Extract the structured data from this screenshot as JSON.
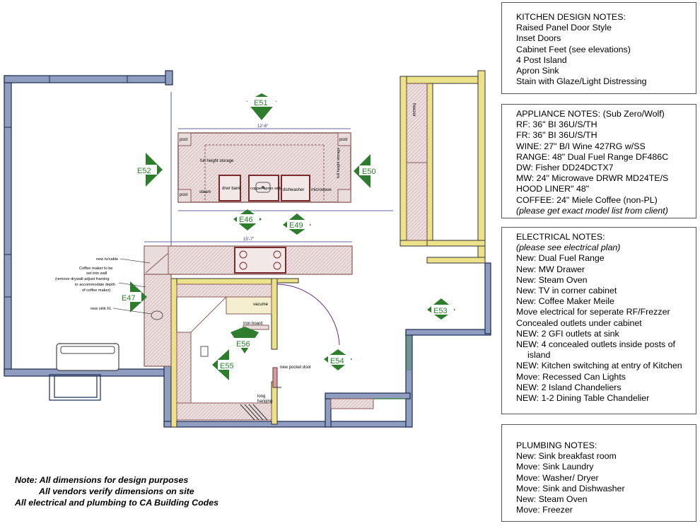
{
  "elevation_markers": {
    "e51": "E51",
    "e52": "E52",
    "e50": "E50",
    "e46": "E46",
    "e49": "E49",
    "e47": "E47",
    "e53": "E53",
    "e56": "E56",
    "e55": "E55",
    "e54": "E54"
  },
  "plan_labels": {
    "post": "post",
    "full_height_storage": "full height storage",
    "steam": "steam",
    "drwr_bank": "drwr bank",
    "copper_apron_sink": "copper apron sink",
    "dishwasher": "dishwasher",
    "microwave": "microwave",
    "freezer": "freezer",
    "new_tv_cable": "new tv/cable",
    "coffee_maker_note": [
      "Coffee maker to be",
      "set into wall",
      "(remove drywall-adjust framing",
      "to accommodate depth",
      "of coffee maker)"
    ],
    "new_sink_fl": "new sink FL",
    "vacume": "vacume",
    "iron_board": "Iron board",
    "new_pocket_door": "new pocket door",
    "long_hanging": "long hanging",
    "dim_island_width": "12'-6\"",
    "dim_range_wall": "15'-7\""
  },
  "kitchen_notes": {
    "heading": "KITCHEN DESIGN NOTES:",
    "items": [
      "Raised Panel Door Style",
      "Inset Doors",
      "Cabinet Feet (see elevations)",
      "4 Post Island",
      "Apron Sink",
      "Stain with Glaze/Light Distressing"
    ]
  },
  "appliance_notes": {
    "heading": "APPLIANCE NOTES: (Sub Zero/Wolf)",
    "items": [
      "RF: 36\" BI 36U/S/TH",
      "FR: 36\" BI 36U/S/TH",
      "WINE: 27\" B/I Wine 427RG w/SS",
      "RANGE: 48\" Dual Fuel Range DF486C",
      "DW: Fisher DD24DCTX7",
      "MW: 24\" Microwave DRWR MD24TE/S",
      "HOOD LINER\" 48\"",
      "COFFEE: 24\" Miele Coffee (non-PL)"
    ],
    "footer": "(please get exact model list from client)"
  },
  "electrical_notes": {
    "heading": "ELECTRICAL NOTES:",
    "subheading": "(please see electrical plan)",
    "items": [
      "New: Dual Fuel Range",
      "New: MW Drawer",
      "New: Steam Oven",
      "New: TV in corner cabinet",
      "New: Coffee Maker Meile",
      "Move electrical for seperate RF/Frezzer",
      "Concealed outlets under cabinet",
      "NEW: 2 GFI outlets at sink",
      "NEW: 4 concealed outlets inside posts of"
    ],
    "continuation": "island",
    "items_after": [
      "NEW: Kitchen switching at entry of Kitchen",
      "Move: Recessed Can Lights",
      "NEW: 2 Island Chandeliers",
      "NEW: 1-2 Dining Table Chandelier"
    ]
  },
  "plumbing_notes": {
    "heading": "PLUMBING NOTES:",
    "items": [
      "New: Sink breakfast room",
      "Move: Sink Laundry",
      "Move: Washer/ Dryer",
      "Move: Sink and Dishwasher",
      "New: Steam Oven",
      "Move: Freezer"
    ]
  },
  "footnote": {
    "line1": "Note: All dimensions for design purposes",
    "line2": "All vendors verify dimensions on site",
    "line3": "All electrical and plumbing to CA Building Codes"
  },
  "colors": {
    "wall_fill": "#8f9ebe",
    "wall_stroke": "#1c2a55",
    "marker_green": "#2e7d2e",
    "cabinet_fill": "#e8dcdc",
    "cabinet_stroke": "#8a5a5a",
    "yellow_wall": "#ece28a",
    "appliance_red": "#7a2a2a",
    "dim_line": "#303080"
  }
}
